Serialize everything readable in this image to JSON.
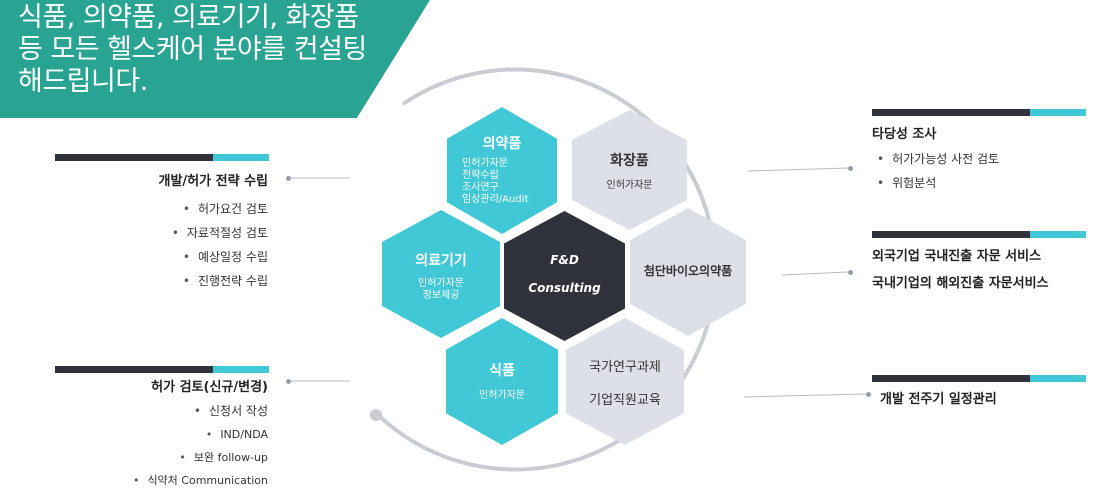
{
  "banner": {
    "lines": [
      "식품, 의약품, 의료기기, 화장품",
      "등 모든 헬스케어 분야를 컨설팅",
      "해드립니다."
    ]
  },
  "hexes": {
    "pharma": {
      "title": "의약품",
      "items": [
        "인허가자문",
        "전략수립",
        "조사연구",
        "임상관리/Audit"
      ]
    },
    "cosmetics": {
      "title": "화장품",
      "items": [
        "인허가자문"
      ]
    },
    "device": {
      "title": "의료기기",
      "items": [
        "인허가자문",
        "정보제공"
      ]
    },
    "center": {
      "line1": "F&D",
      "line2": "Consulting"
    },
    "bio": {
      "title": "첨단바이오의약품"
    },
    "food": {
      "title": "식품",
      "items": [
        "인허가자문"
      ]
    },
    "national": {
      "line1": "국가연구과제",
      "line2": "기업직원교육"
    }
  },
  "left_blocks": {
    "dev": {
      "title": "개발/허가 전략 수립",
      "items": [
        "허가요건 검토",
        "자료적절성 검토",
        "예상일정 수립",
        "진행전략 수립"
      ]
    },
    "review": {
      "title": "허가 검토(신규/변경)",
      "items": [
        "신청서 작성",
        "IND/NDA",
        "보완 follow-up",
        "식약처 Communication"
      ]
    }
  },
  "right_blocks": {
    "feasibility": {
      "title": "타당성 조사",
      "items": [
        "허가가능성 사전 검토",
        "위험분석"
      ]
    },
    "advisory": {
      "line1": "외국기업 국내진출 자문 서비스",
      "line2": "국내기업의 해외진출 자문서비스"
    },
    "lifecycle": {
      "title": "개발 전주기 일정관리"
    }
  },
  "colors": {
    "teal": "#41c8d6",
    "dark": "#2f323b",
    "gray": "#dde0e8",
    "banner": "#2aa492"
  }
}
